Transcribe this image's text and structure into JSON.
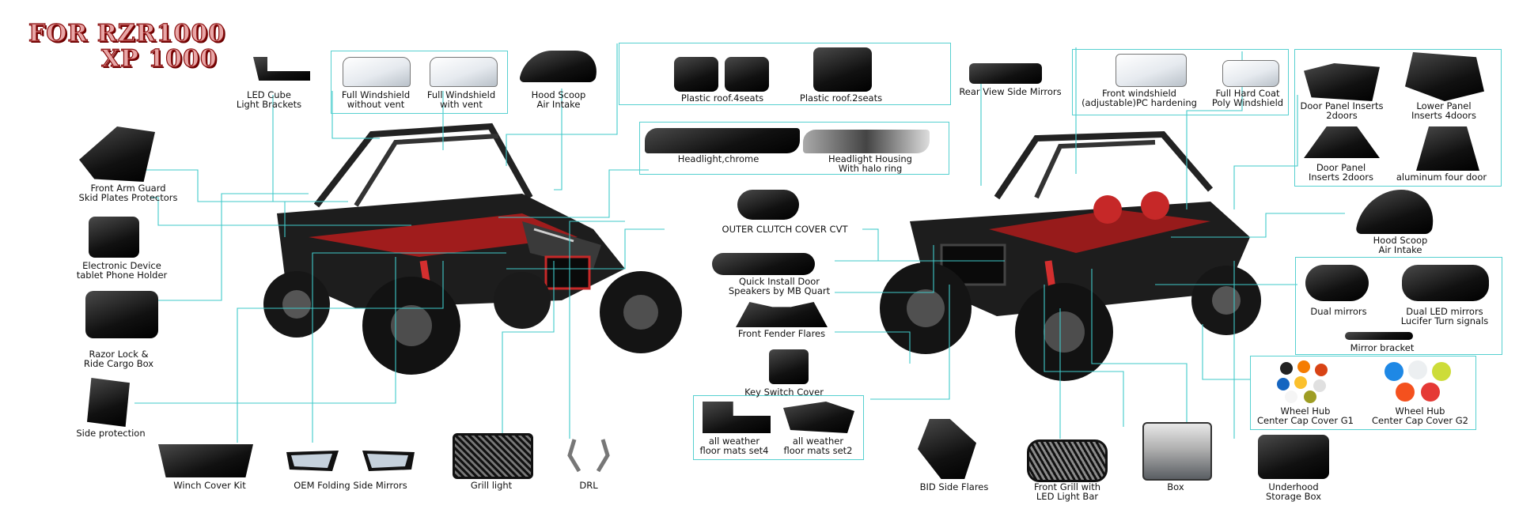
{
  "title": {
    "line1": "FOR RZR1000",
    "line2": "XP 1000"
  },
  "colors": {
    "leader": "#3fc9c9",
    "title_fill": "#e8a7a7",
    "title_stroke": "#8a0c0c",
    "accent_red": "#c62828"
  },
  "labels": {
    "led_cube": "LED Cube\nLight Brackets",
    "ws_no_vent": "Full Windshield\nwithout vent",
    "ws_vent": "Full Windshield\nwith vent",
    "hood_scoop_top": "Hood Scoop\nAir Intake",
    "roof_4": "Plastic roof.4seats",
    "roof_2": "Plastic roof.2seats",
    "mirrors_rear": "Rear View Side Mirrors",
    "front_ws_adj": "Front windshield\n(adjustable)PC hardening",
    "hard_coat": "Full Hard Coat\nPoly Windshield",
    "door_inserts_2a": "Door Panel Inserts\n2doors",
    "lower_panel_4": "Lower Panel\nInserts 4doors",
    "door_inserts_2b": "Door Panel\nInserts 2doors",
    "alu_four_door": "aluminum four door",
    "front_arm_guard": "Front Arm Guard\nSkid Plates Protectors",
    "headlight_chrome": "Headlight,chrome",
    "headlight_halo": "Headlight Housing\nWith halo ring",
    "clutch_cover": "OUTER CLUTCH COVER CVT",
    "phone_holder": "Electronic Device\ntablet Phone Holder",
    "door_speakers": "Quick Install Door\nSpeakers by MB Quart",
    "hood_scoop_right": "Hood Scoop\nAir Intake",
    "cargo_box": "Razor Lock &\nRide Cargo Box",
    "fender_flares": "Front Fender Flares",
    "dual_mirrors": "Dual mirrors",
    "dual_led_mirrors": "Dual LED mirrors\nLucifer Turn signals",
    "mirror_bracket": "Mirror bracket",
    "key_switch": "Key Switch Cover",
    "side_protection": "Side protection",
    "mats_4": "all weather\nfloor mats set4",
    "mats_2": "all weather\nfloor mats set2",
    "hub_g1": "Wheel Hub\nCenter Cap Cover G1",
    "hub_g2": "Wheel Hub\nCenter Cap Cover G2",
    "winch_cover": "Winch Cover Kit",
    "oem_mirrors": "OEM Folding Side Mirrors",
    "grill_light": "Grill light",
    "drl": "DRL",
    "bid_flares": "BID Side Flares",
    "front_grill": "Front Grill with\nLED Light Bar",
    "box": "Box",
    "underhood": "Underhood\nStorage Box"
  }
}
